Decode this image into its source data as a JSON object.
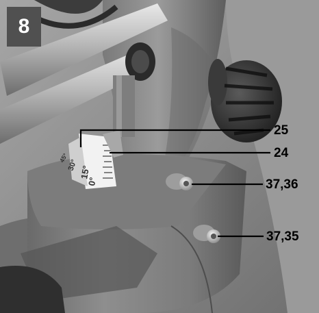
{
  "figure": {
    "number": "8",
    "callouts": [
      {
        "label": "25"
      },
      {
        "label": "24"
      },
      {
        "label": "37,36"
      },
      {
        "label": "37,35"
      }
    ],
    "scale_labels": [
      "0°",
      "15°",
      "30°",
      "45°"
    ]
  },
  "colors": {
    "badge": "#505050",
    "photo_base": "#8a8a8a",
    "casting_dark": "#5f5f5f",
    "scale_white": "#f2f2f2",
    "leader_line": "#000000"
  }
}
